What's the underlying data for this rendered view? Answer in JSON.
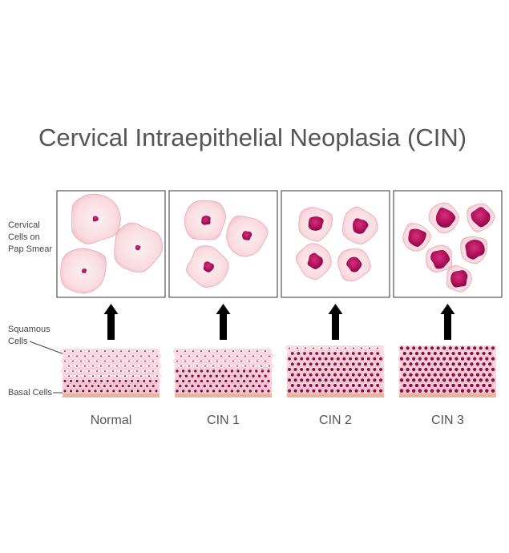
{
  "title": "Cervical Intraepithelial Neoplasia (CIN)",
  "labels": {
    "pap_smear": [
      "Cervical",
      "Cells on",
      "Pap Smear"
    ],
    "squamous": [
      "Squamous",
      "Cells"
    ],
    "basal": "Basal Cells"
  },
  "stages": [
    {
      "label": "Normal"
    },
    {
      "label": "CIN 1"
    },
    {
      "label": "CIN 2"
    },
    {
      "label": "CIN 3"
    }
  ],
  "colors": {
    "cell_fill": "#f9dbe0",
    "cell_edge": "#e9a8b4",
    "nucleus": "#b0105a",
    "nucleus_dark": "#8e0b46",
    "basal_layer": "#e9b49a",
    "arrow": "#000000",
    "frame": "#333333"
  }
}
